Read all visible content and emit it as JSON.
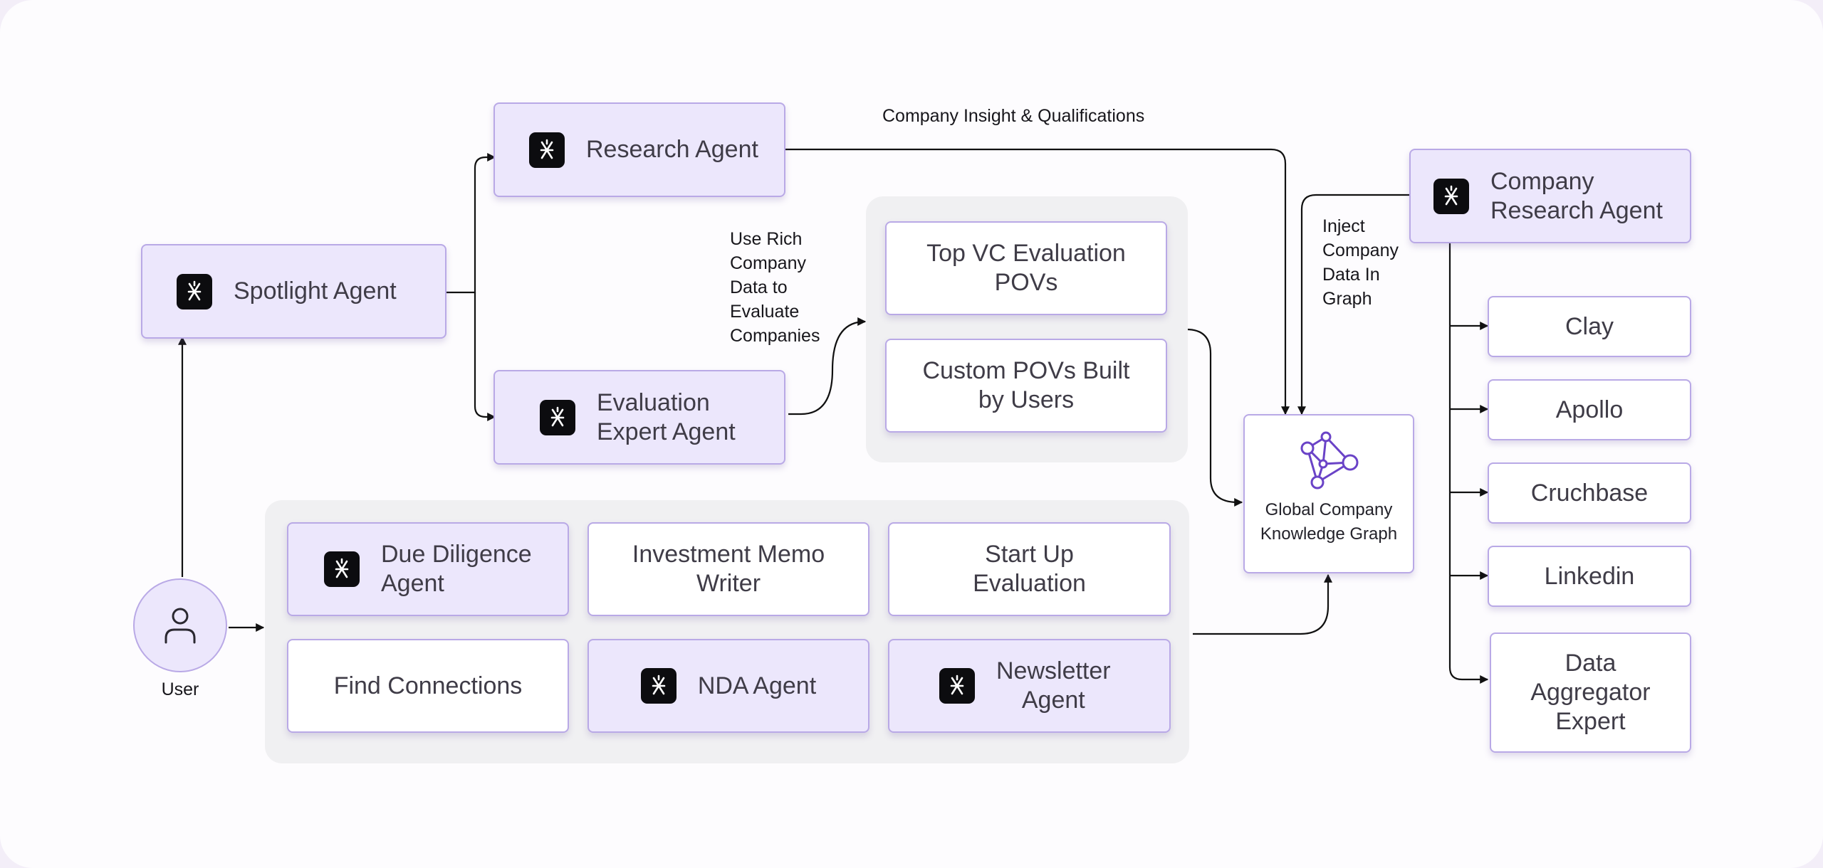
{
  "diagram": {
    "spotlight_agent": "Spotlight Agent",
    "research_agent": "Research Agent",
    "evaluation_agent": "Evaluation\nExpert Agent",
    "top_vc_povs": "Top VC Evaluation\nPOVs",
    "custom_povs": "Custom POVs Built\nby Users",
    "knowledge_graph": "Global Company\nKnowledge Graph",
    "company_research_agent": "Company\nResearch Agent",
    "user": "User",
    "tools": {
      "due_diligence": "Due Diligence\nAgent",
      "investment_memo": "Investment Memo\nWriter",
      "startup_eval": "Start Up\nEvaluation",
      "find_connections": "Find Connections",
      "nda_agent": "NDA Agent",
      "newsletter_agent": "Newsletter\nAgent"
    },
    "sources": [
      "Clay",
      "Apollo",
      "Cruchbase",
      "Linkedin",
      "Data\nAggregator\nExpert"
    ],
    "annotations": {
      "insight": "Company Insight & Qualifications",
      "rich_data": "Use Rich\nCompany\nData to\nEvaluate\nCompanies",
      "inject": "Inject\nCompany\nData In\nGraph"
    }
  },
  "colors": {
    "agent_fill": "#ece7fc",
    "box_border": "#b9a9e6",
    "panel_fill": "#f0f0f2",
    "graph_icon": "#6a43c7",
    "logo_fill": "#0c0c0f"
  }
}
